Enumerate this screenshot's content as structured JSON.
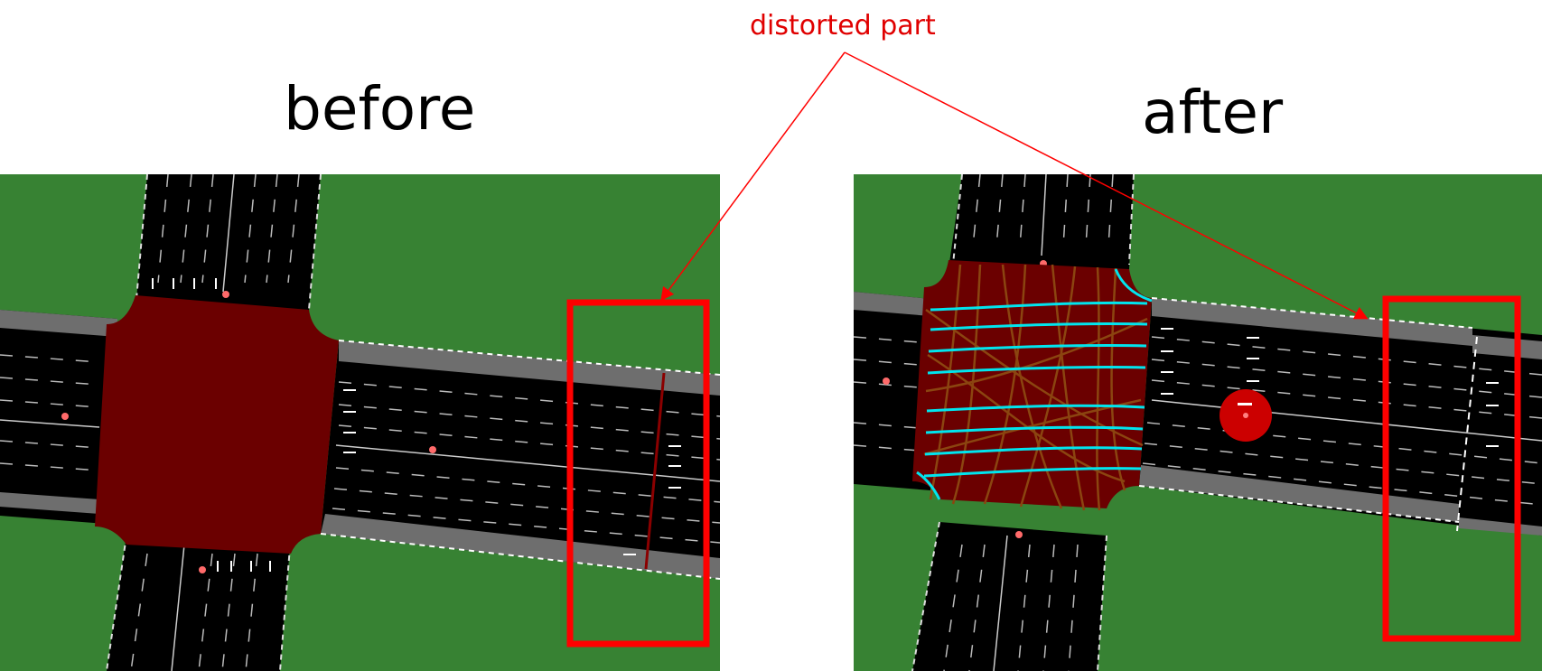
{
  "titles": {
    "before": "before",
    "after": "after"
  },
  "annotation": {
    "label": "distorted part",
    "color": "#ff0000"
  },
  "colors": {
    "grass": "#378233",
    "road": "#000000",
    "sidewalk": "#6e6e6e",
    "junction": "#6b0000",
    "highlight_box": "#ff0000",
    "connector_lines": "#8b4510",
    "crossing_lines": "#00e5ee",
    "marker": "#ff6a6a",
    "selection_circle": "#cc0000"
  },
  "icons": {
    "lane_arrows": "arrow-icon",
    "markers": "dot-icon",
    "selection": "circle-icon"
  }
}
